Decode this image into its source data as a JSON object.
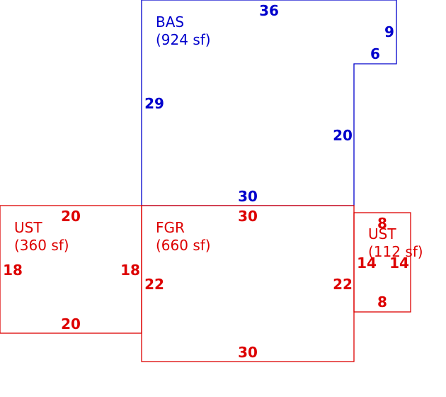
{
  "colors": {
    "basement": "#0000cc",
    "garage": "#dd0000",
    "background": "#ffffff"
  },
  "areas": {
    "bas": {
      "name": "BAS",
      "area": "(924 sf)",
      "dims": {
        "top": "36",
        "right_upper": "9",
        "notch": "6",
        "left": "29",
        "right_lower": "20",
        "bottom": "30"
      }
    },
    "fgr": {
      "name": "FGR",
      "area": "(660 sf)",
      "dims": {
        "top": "30",
        "left": "22",
        "right": "22",
        "bottom": "30"
      }
    },
    "ust_left": {
      "name": "UST",
      "area": "(360 sf)",
      "dims": {
        "top": "20",
        "left": "18",
        "right": "18",
        "bottom": "20"
      }
    },
    "ust_right": {
      "name": "UST",
      "area": "(112 sf)",
      "dims": {
        "top": "8",
        "left": "14",
        "right": "14",
        "bottom": "8"
      }
    }
  }
}
